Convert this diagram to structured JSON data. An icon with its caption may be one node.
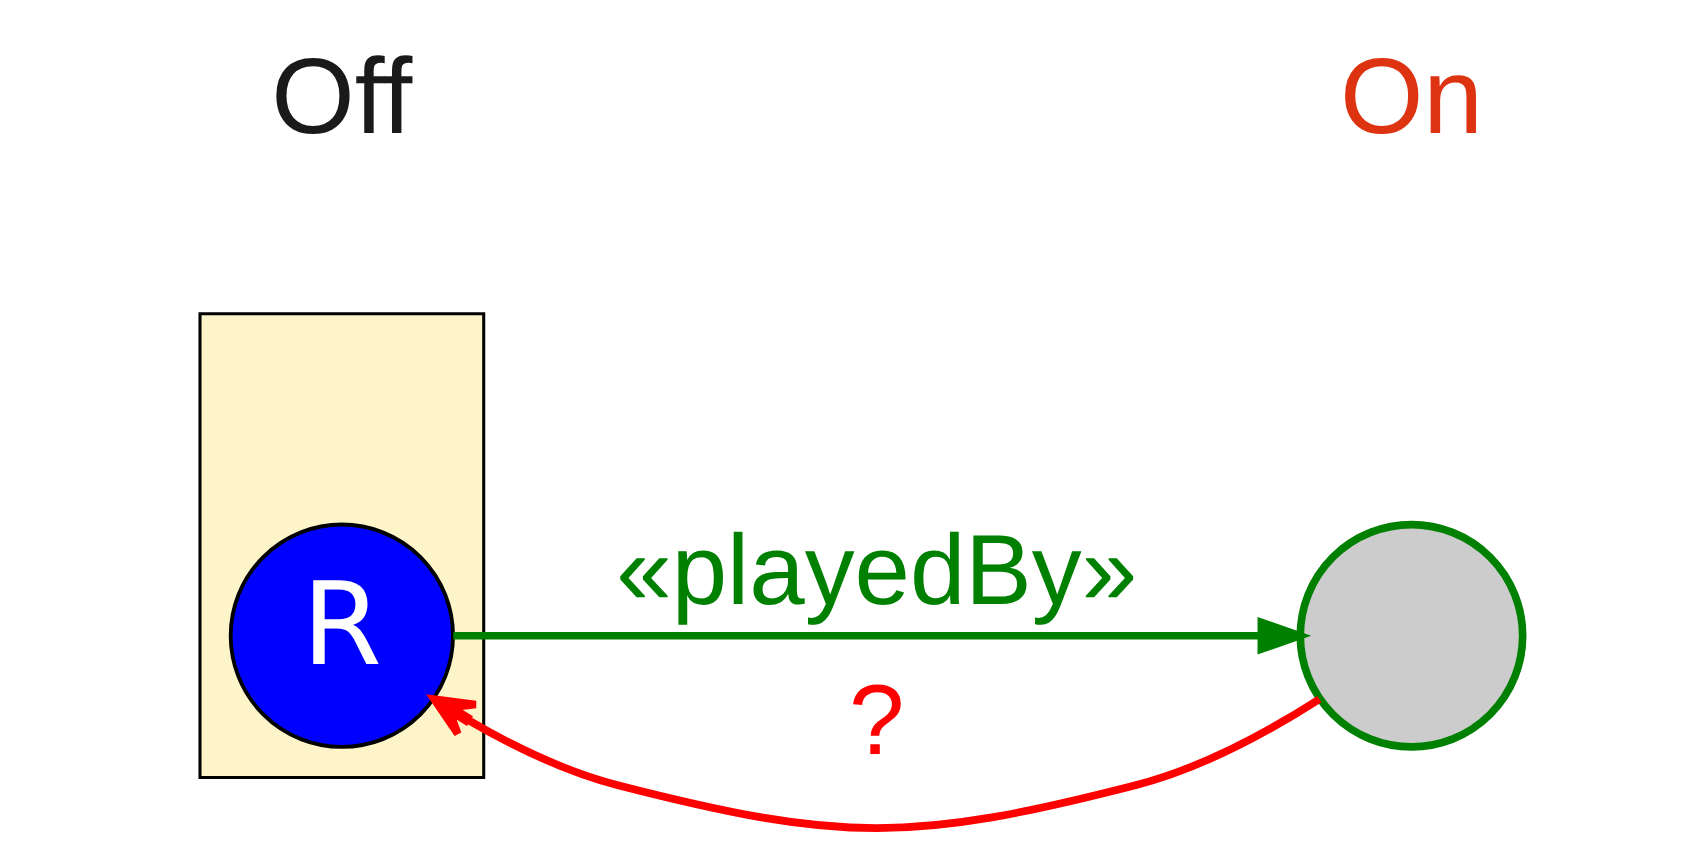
{
  "diagram": {
    "nodes": [
      {
        "text": [],
        "shape": "box"
      },
      {
        "text": [
          "R"
        ],
        "in": 0
      },
      {
        "text": [],
        "shape": "circle"
      }
    ],
    "edges": [
      {
        "from": 1,
        "to": 2,
        "arrow": "to",
        "label": "«playedBy»",
        "color": "#008000"
      },
      {
        "from": 2,
        "to": 1,
        "arrow": "to",
        "label": "?",
        "color": "#ff0000"
      }
    ],
    "labels": [
      "Off",
      "On"
    ]
  }
}
